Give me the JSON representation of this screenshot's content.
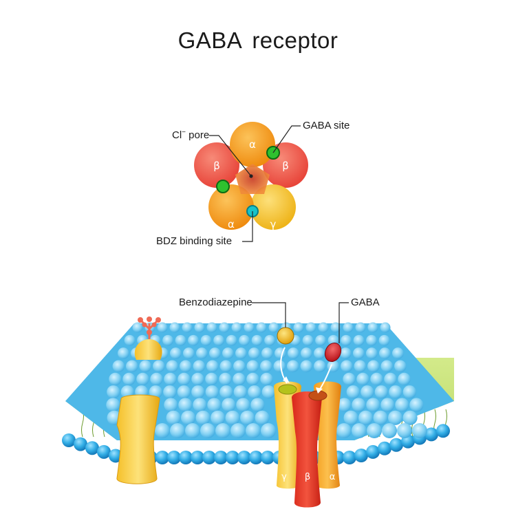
{
  "title": {
    "word1": "GABA",
    "word2": "receptor"
  },
  "top_diagram": {
    "labels": {
      "cl_prefix": "Cl",
      "cl_superscript": "−",
      "cl_suffix": " pore",
      "gaba_site": "GABA site",
      "bdz_site": "BDZ binding site"
    },
    "subunits": [
      "α",
      "β",
      "β",
      "α",
      "γ"
    ]
  },
  "bottom_diagram": {
    "labels": {
      "benzodiazepine": "Benzodiazepine",
      "gaba": "GABA"
    },
    "channel_subunits": [
      "γ",
      "β",
      "α"
    ]
  },
  "colors": {
    "alpha": "#f7a21b",
    "beta": "#ef5a48",
    "gamma": "#f4c430",
    "gaba_site": "#2fc12f",
    "bdz_site": "#19c3c9",
    "lipid_head": "#2aa4de",
    "tail_zone": "#c7e07f",
    "gaba_ligand": "#d0202a",
    "bdz_ligand": "#f2b714"
  }
}
